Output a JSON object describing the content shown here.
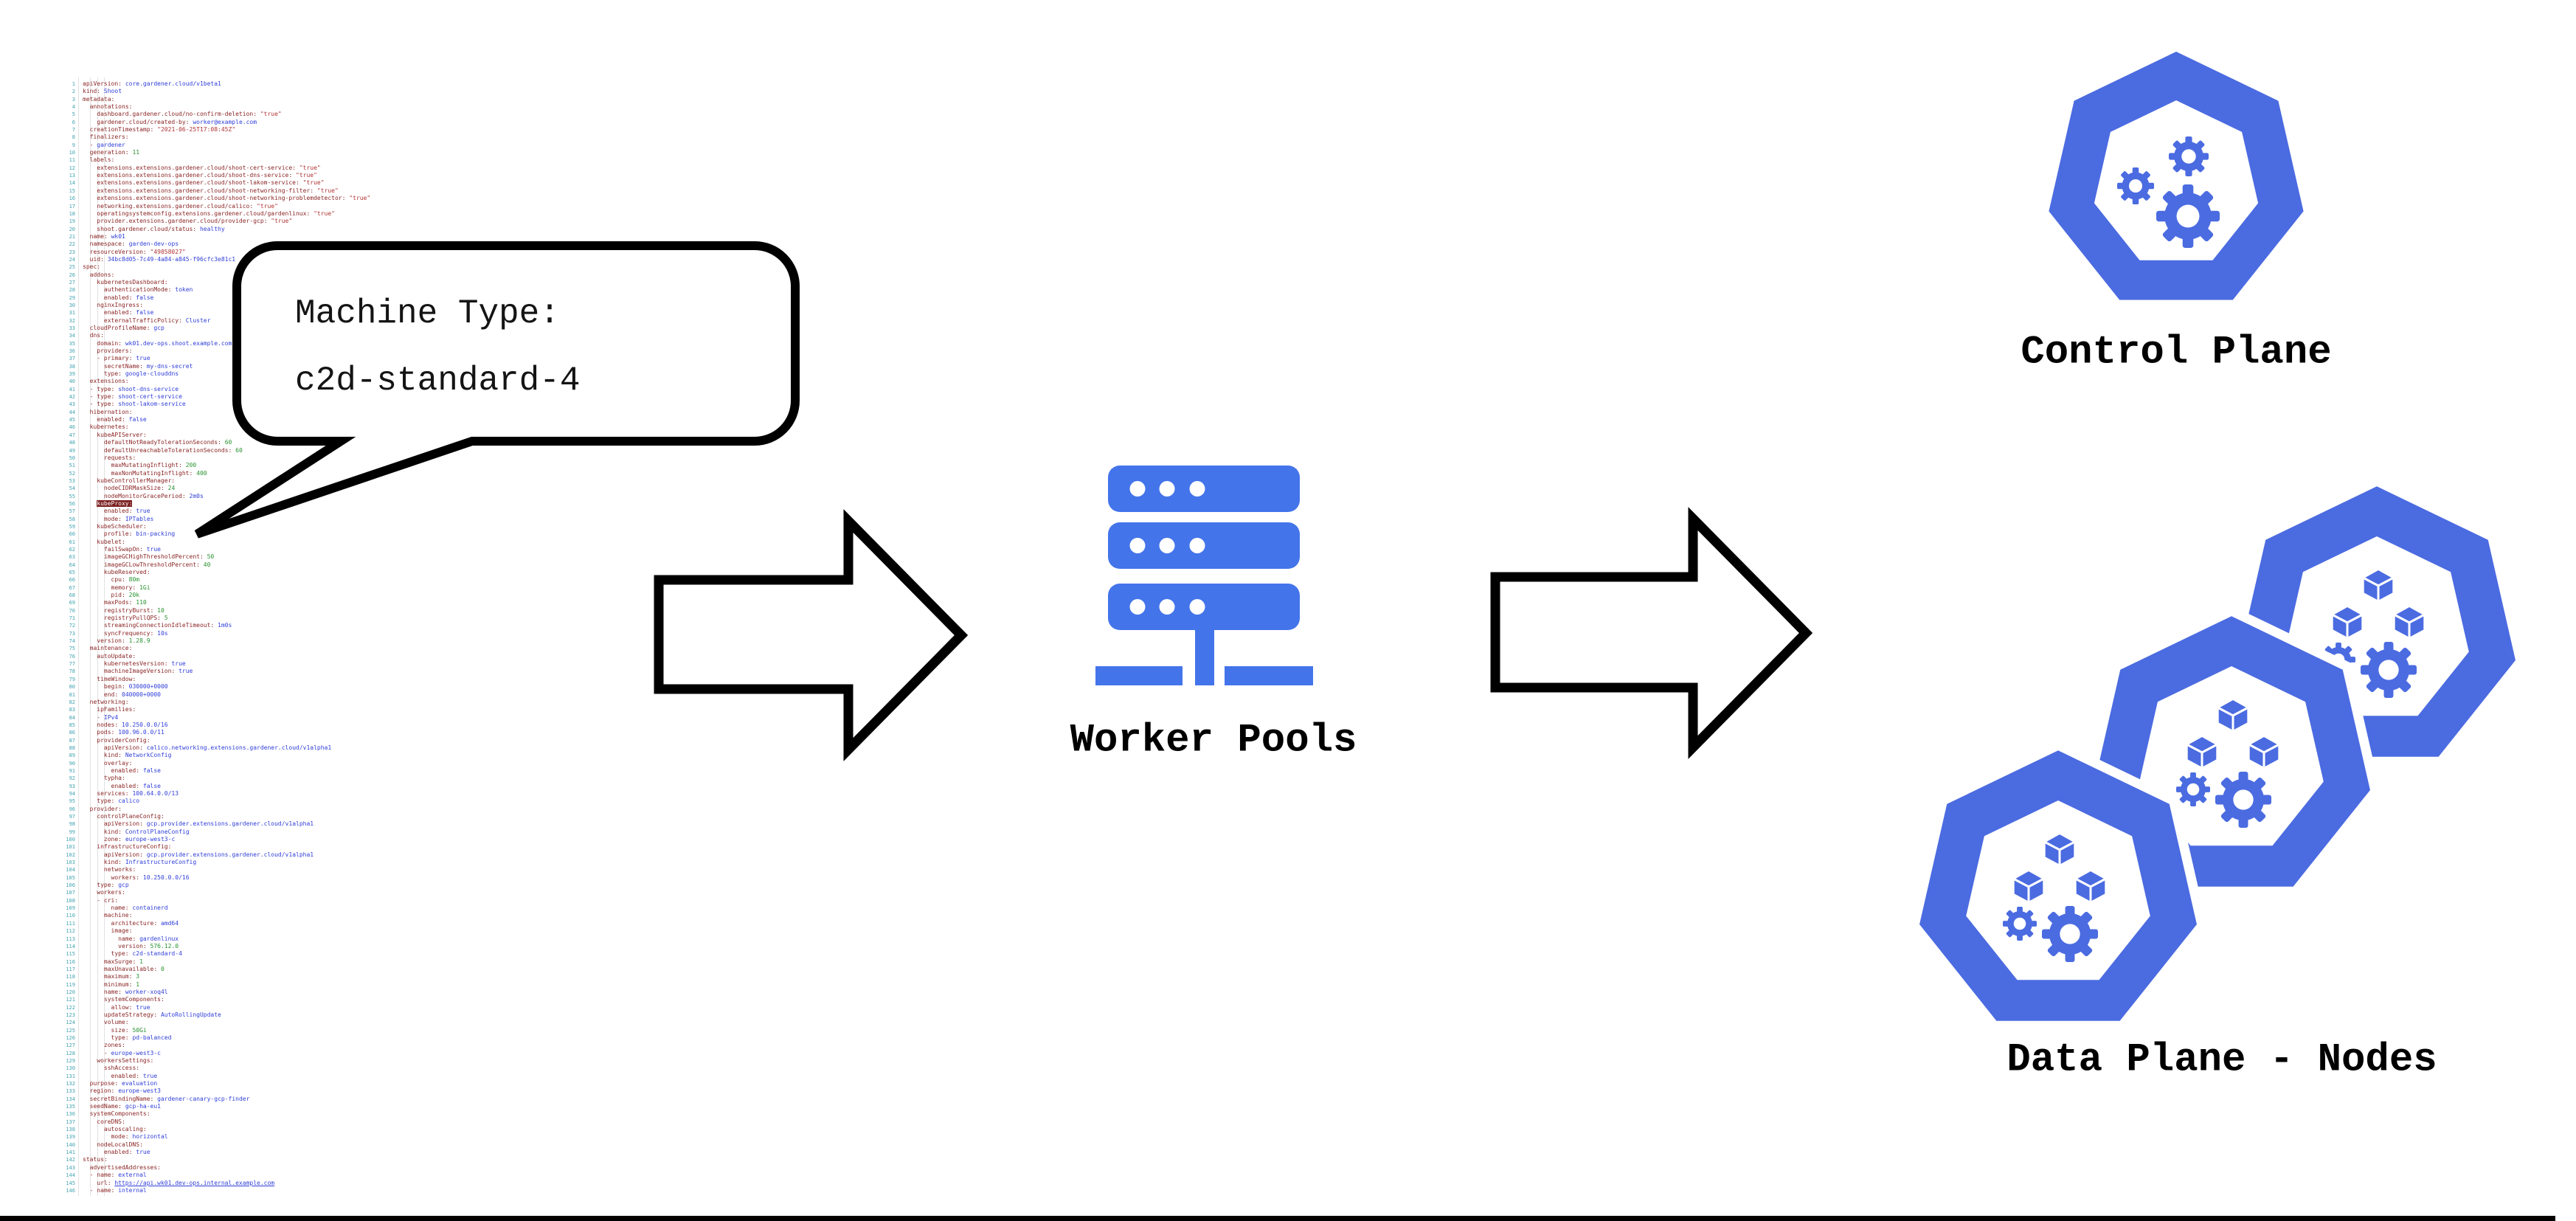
{
  "colors": {
    "icon_blue": "#4b6be1",
    "server_blue": "#4374ea",
    "code_key": "#8b2525",
    "code_value": "#2f3ed8",
    "code_string": "#b03434",
    "code_number": "#28912f",
    "code_linenum": "#43a3b3",
    "highlight_bg": "#7b1f1f",
    "highlight_text": "#ffffff"
  },
  "callout": {
    "lines": [
      "Machine Type:",
      "c2d-standard-4"
    ]
  },
  "labels": {
    "worker_pools": "Worker Pools",
    "control_plane": "Control Plane",
    "data_plane": "Data Plane - Nodes"
  },
  "editor": {
    "highlight_line": 56,
    "lines": [
      "apiVersion: core.gardener.cloud/v1beta1",
      "kind: Shoot",
      "metadata:",
      "  annotations:",
      "    dashboard.gardener.cloud/no-confirm-deletion: \"true\"",
      "    gardener.cloud/created-by: worker@example.com",
      "  creationTimestamp: \"2021-06-25T17:08:45Z\"",
      "  finalizers:",
      "  - gardener",
      "  generation: 11",
      "  labels:",
      "    extensions.extensions.gardener.cloud/shoot-cert-service: \"true\"",
      "    extensions.extensions.gardener.cloud/shoot-dns-service: \"true\"",
      "    extensions.extensions.gardener.cloud/shoot-lakom-service: \"true\"",
      "    extensions.extensions.gardener.cloud/shoot-networking-filter: \"true\"",
      "    extensions.extensions.gardener.cloud/shoot-networking-problemdetector: \"true\"",
      "    networking.extensions.gardener.cloud/calico: \"true\"",
      "    operatingsystemconfig.extensions.gardener.cloud/gardenlinux: \"true\"",
      "    provider.extensions.gardener.cloud/provider-gcp: \"true\"",
      "    shoot.gardener.cloud/status: healthy",
      "  name: wk01",
      "  namespace: garden-dev-ops",
      "  resourceVersion: \"49858027\"",
      "  uid: 34bc8d05-7c49-4a84-a845-f96cfc3e81c1",
      "spec:",
      "  addons:",
      "    kubernetesDashboard:",
      "      authenticationMode: token",
      "      enabled: false",
      "    nginxIngress:",
      "      enabled: false",
      "      externalTrafficPolicy: Cluster",
      "  cloudProfileName: gcp",
      "  dns:",
      "    domain: wk01.dev-ops.shoot.example.com",
      "    providers:",
      "    - primary: true",
      "      secretName: my-dns-secret",
      "      type: google-clouddns",
      "  extensions:",
      "  - type: shoot-dns-service",
      "  - type: shoot-cert-service",
      "  - type: shoot-lakom-service",
      "  hibernation:",
      "    enabled: false",
      "  kubernetes:",
      "    kubeAPIServer:",
      "      defaultNotReadyTolerationSeconds: 60",
      "      defaultUnreachableTolerationSeconds: 60",
      "      requests:",
      "        maxMutatingInflight: 200",
      "        maxNonMutatingInflight: 400",
      "    kubeControllerManager:",
      "      nodeCIDRMaskSize: 24",
      "      nodeMonitorGracePeriod: 2m0s",
      "    kubeProxy:",
      "      enabled: true",
      "      mode: IPTables",
      "    kubeScheduler:",
      "      profile: bin-packing",
      "    kubelet:",
      "      failSwapOn: true",
      "      imageGCHighThresholdPercent: 50",
      "      imageGCLowThresholdPercent: 40",
      "      kubeReserved:",
      "        cpu: 80m",
      "        memory: 1Gi",
      "        pid: 20k",
      "      maxPods: 110",
      "      registryBurst: 10",
      "      registryPullQPS: 5",
      "      streamingConnectionIdleTimeout: 1m0s",
      "      syncFrequency: 10s",
      "    version: 1.28.9",
      "  maintenance:",
      "    autoUpdate:",
      "      kubernetesVersion: true",
      "      machineImageVersion: true",
      "    timeWindow:",
      "      begin: 030000+0000",
      "      end: 040000+0000",
      "  networking:",
      "    ipFamilies:",
      "    - IPv4",
      "    nodes: 10.250.0.0/16",
      "    pods: 100.96.0.0/11",
      "    providerConfig:",
      "      apiVersion: calico.networking.extensions.gardener.cloud/v1alpha1",
      "      kind: NetworkConfig",
      "      overlay:",
      "        enabled: false",
      "      typha:",
      "        enabled: false",
      "    services: 100.64.0.0/13",
      "    type: calico",
      "  provider:",
      "    controlPlaneConfig:",
      "      apiVersion: gcp.provider.extensions.gardener.cloud/v1alpha1",
      "      kind: ControlPlaneConfig",
      "      zone: europe-west3-c",
      "    infrastructureConfig:",
      "      apiVersion: gcp.provider.extensions.gardener.cloud/v1alpha1",
      "      kind: InfrastructureConfig",
      "      networks:",
      "        workers: 10.250.0.0/16",
      "    type: gcp",
      "    workers:",
      "    - cri:",
      "        name: containerd",
      "      machine:",
      "        architecture: amd64",
      "        image:",
      "          name: gardenlinux",
      "          version: 576.12.0",
      "        type: c2d-standard-4",
      "      maxSurge: 1",
      "      maxUnavailable: 0",
      "      maximum: 3",
      "      minimum: 1",
      "      name: worker-xoq4l",
      "      systemComponents:",
      "        allow: true",
      "      updateStrategy: AutoRollingUpdate",
      "      volume:",
      "        size: 50Gi",
      "        type: pd-balanced",
      "      zones:",
      "      - europe-west3-c",
      "    workersSettings:",
      "      sshAccess:",
      "        enabled: true",
      "  purpose: evaluation",
      "  region: europe-west3",
      "  secretBindingName: gardener-canary-gcp-finder",
      "  seedName: gcp-ha-eu1",
      "  systemComponents:",
      "    coreDNS:",
      "      autoscaling:",
      "        mode: horizontal",
      "    nodeLocalDNS:",
      "      enabled: true",
      "status:",
      "  advertisedAddresses:",
      "  - name: external",
      "    url: https://api.wk01.dev-ops.internal.example.com",
      "  - name: internal"
    ]
  }
}
